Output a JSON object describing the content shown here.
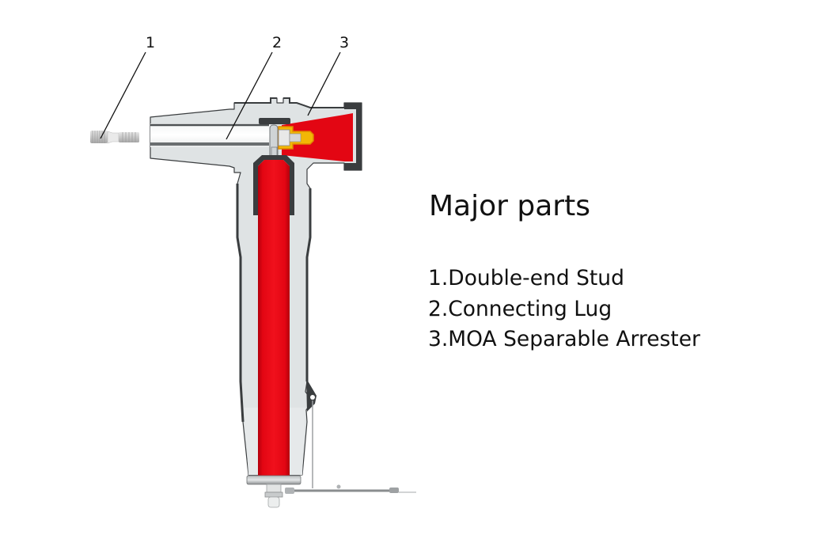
{
  "diagram": {
    "callouts": [
      {
        "number": "1",
        "target": "double-end-stud"
      },
      {
        "number": "2",
        "target": "connecting-lug"
      },
      {
        "number": "3",
        "target": "moa-separable-arrester"
      }
    ],
    "colors": {
      "housing": "#dfe3e4",
      "outline": "#3a3d3f",
      "red": "#e30613",
      "gold": "#f2b705",
      "white": "#ffffff"
    }
  },
  "legend": {
    "title": "Major parts",
    "items": [
      "1.Double-end Stud",
      "2.Connecting Lug",
      "3.MOA Separable Arrester"
    ]
  }
}
